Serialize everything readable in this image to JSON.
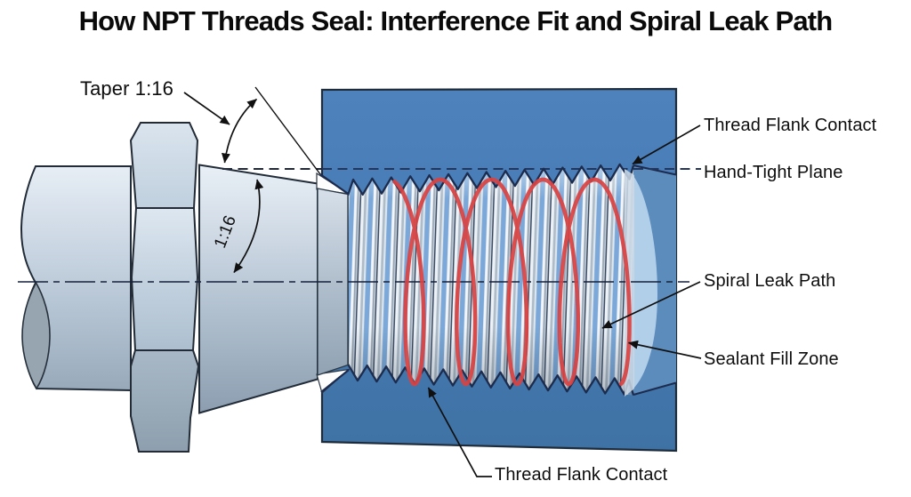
{
  "title": "How NPT Threads Seal: Interference Fit and Spiral Leak Path",
  "labels": {
    "taper": "Taper 1:16",
    "ratio": "1:16",
    "thread_flank_contact_top": "Thread Flank Contact",
    "hand_tight_plane": "Hand-Tight Plane",
    "spiral_leak_path": "Spiral Leak Path",
    "sealant_fill_zone": "Sealant Fill Zone",
    "thread_flank_contact_bottom": "Thread Flank Contact"
  },
  "colors": {
    "female_block_blue": "#4a7cb5",
    "leak_path_red": "#d84343",
    "sealant_fill": "#bad5ee",
    "metal_light": "#eaf0f6",
    "metal_dark": "#8b9daf",
    "outline_navy": "#1c2b4e",
    "text": "#0d0d0d"
  }
}
